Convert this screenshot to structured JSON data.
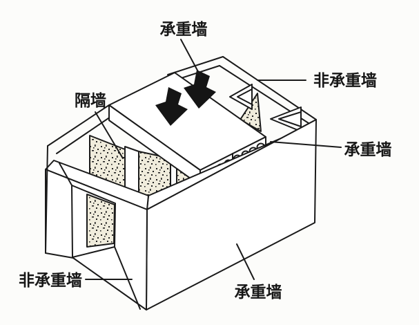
{
  "diagram": {
    "type": "isometric-building-construction-diagram",
    "labels": {
      "top_load_bearing": {
        "text": "承重墙"
      },
      "right_non_load_bearing": {
        "text": "非承重墙"
      },
      "right_load_bearing": {
        "text": "承重墙"
      },
      "partition_wall": {
        "text": "隔墙"
      },
      "bottom_non_load_bearing": {
        "text": "非承重墙"
      },
      "bottom_load_bearing": {
        "text": "承重墙"
      }
    },
    "elements": {
      "load_arrow_count": 2,
      "hollow_core_circle_count": 8,
      "stippled_wall_faces": 5,
      "nested_triangle_marks": 2
    },
    "colors": {
      "line": "#1a1a1a",
      "arrow_fill": "#151515",
      "stipple_background": "#f0ecdc",
      "background": "#fcfcfa"
    }
  }
}
